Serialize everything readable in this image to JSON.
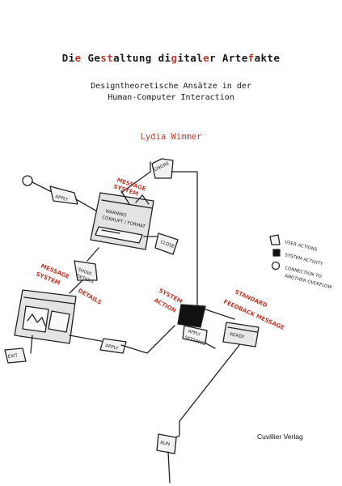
{
  "cover": {
    "title_parts": [
      {
        "t": "Di",
        "red": false
      },
      {
        "t": "e",
        "red": true
      },
      {
        "t": " Ge",
        "red": false
      },
      {
        "t": "st",
        "red": true
      },
      {
        "t": "altung di",
        "red": false
      },
      {
        "t": "g",
        "red": true
      },
      {
        "t": "ital",
        "red": false
      },
      {
        "t": "e",
        "red": true
      },
      {
        "t": "r Arte",
        "red": false
      },
      {
        "t": "f",
        "red": true
      },
      {
        "t": "akte",
        "red": false
      }
    ],
    "subtitle_line1": "Designtheoretische Ansätze in der",
    "subtitle_line2": "Human-Computer Interaction",
    "author": "Lydia Wimmer",
    "publisher": "Cuvillier Verlag"
  },
  "sketch": {
    "ignore": "IGNORE",
    "apply": "APPLY",
    "message_top": "MESSAGE",
    "message_bottom": "SYSTEM",
    "warning_line1": "WARNING",
    "warning_line2": "CORRUPT / FORMAT",
    "close": "CLOSE",
    "show_details_line1": "SHOW",
    "show_details_line2": "DETAILS",
    "message2_top": "MESSAGE",
    "message2_bottom": "SYSTEM",
    "details": "DETAILS",
    "exit": "EXIT",
    "apply2": "APPLY",
    "system_action_line1": "SYSTEM",
    "system_action_line2": "ACTION",
    "apply_settings_line1": "APPLY",
    "apply_settings_line2": "SETTINGS",
    "standard_feedback_line1": "STANDARD",
    "standard_feedback_line2": "FEEDBACK MESSAGE",
    "ready": "READY",
    "bottom_label": "RUN",
    "legend": [
      "USER ACTIONS",
      "SYSTEM ACTIVITY",
      "CONNECTION TO",
      "ANOTHER OVERFLOW"
    ]
  }
}
